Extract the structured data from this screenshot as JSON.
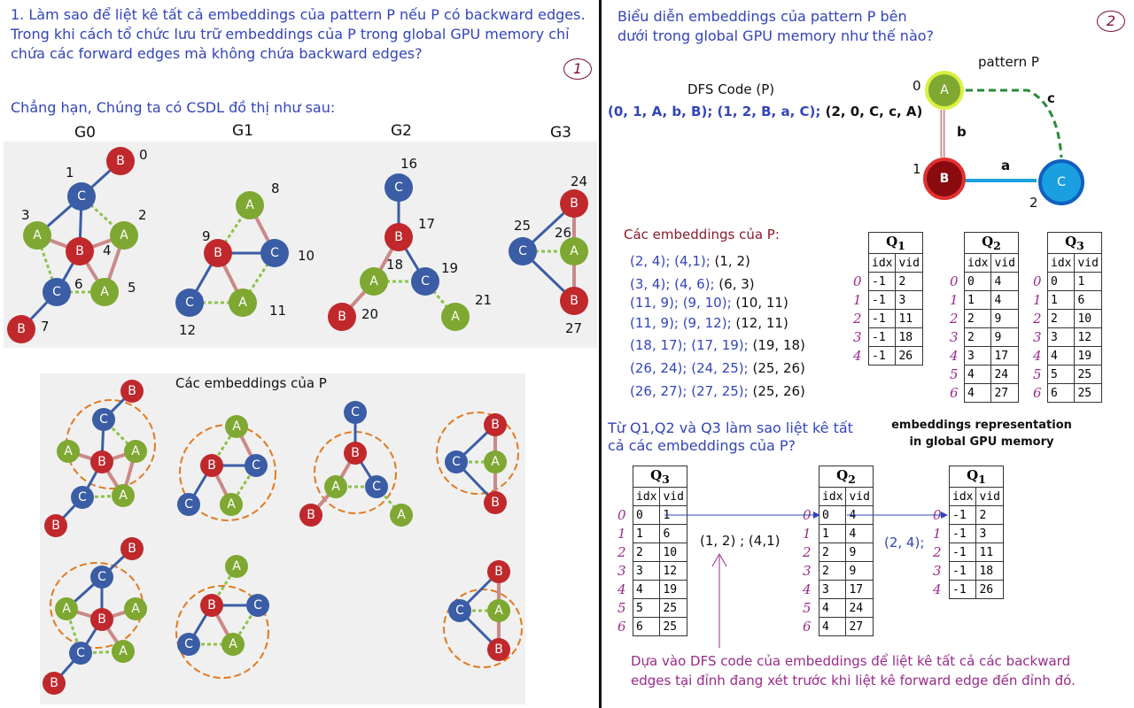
{
  "question1": {
    "text": "1. Làm sao để liệt kê tất cả embeddings của pattern P nếu P có backward edges. Trong khi cách tổ chức lưu trữ embeddings của P trong global GPU memory chỉ chứa các forward edges mà không chứa backward edges?",
    "badge": "1"
  },
  "example_intro": "Chẳng hạn, Chúng ta có CSDL đồ thị như sau:",
  "graph_labels": [
    "G0",
    "G1",
    "G2",
    "G3"
  ],
  "embeddings_title_left": "Các embeddings của P",
  "question2": {
    "text": "Biểu diễn embeddings của pattern P bên dưới trong global GPU memory như thế nào?",
    "badge": "2"
  },
  "pattern": {
    "title": "pattern P",
    "dfs_label": "DFS Code (P)",
    "dfs_forward": "(0, 1, A, b, B); (1, 2, B, a, C);",
    "dfs_backward": " (2, 0, C, c, A)",
    "node_ids": [
      "0",
      "1",
      "2"
    ],
    "node_labels": [
      "A",
      "B",
      "C"
    ],
    "edge_labels": [
      "b",
      "a",
      "c"
    ]
  },
  "embeddings_list": {
    "title": "Các embeddings của P:",
    "rows": [
      {
        "fwd": "(2, 4); (4,1);",
        "bwd": " (1, 2)"
      },
      {
        "fwd": "(3, 4); (4, 6);",
        "bwd": " (6, 3)"
      },
      {
        "fwd": "(11, 9); (9, 10);",
        "bwd": " (10, 11)"
      },
      {
        "fwd": "(11, 9); (9, 12);",
        "bwd": " (12, 11)"
      },
      {
        "fwd": "(18, 17); (17, 19);",
        "bwd": " (19, 18)"
      },
      {
        "fwd": "(26, 24); (24, 25);",
        "bwd": " (25, 26)"
      },
      {
        "fwd": "(26, 27); (27, 25);",
        "bwd": " (25, 26)"
      }
    ]
  },
  "tables": {
    "col_idx": "idx",
    "col_vid": "vid",
    "q1": {
      "name": "Q",
      "sub": "1",
      "rows": [
        [
          "-1",
          "2"
        ],
        [
          "-1",
          "3"
        ],
        [
          "-1",
          "11"
        ],
        [
          "-1",
          "18"
        ],
        [
          "-1",
          "26"
        ]
      ]
    },
    "q2": {
      "name": "Q",
      "sub": "2",
      "rows": [
        [
          "0",
          "4"
        ],
        [
          "1",
          "4"
        ],
        [
          "2",
          "9"
        ],
        [
          "2",
          "9"
        ],
        [
          "3",
          "17"
        ],
        [
          "4",
          "24"
        ],
        [
          "4",
          "27"
        ]
      ]
    },
    "q3": {
      "name": "Q",
      "sub": "3",
      "rows": [
        [
          "0",
          "1"
        ],
        [
          "1",
          "6"
        ],
        [
          "2",
          "10"
        ],
        [
          "3",
          "12"
        ],
        [
          "4",
          "19"
        ],
        [
          "5",
          "25"
        ],
        [
          "6",
          "25"
        ]
      ]
    },
    "row_numbers": [
      "0",
      "1",
      "2",
      "3",
      "4",
      "5",
      "6"
    ]
  },
  "bottom": {
    "question": "Từ Q1,Q2 và Q3 làm sao liệt kê tất cả các embeddings của P?",
    "repr_title": "embeddings representation in global GPU memory",
    "annot_mid": "(1, 2) ; (4,1)",
    "annot_right": "(2, 4);",
    "note": "Dựa vào DFS code của embeddings để liệt kê tất cả các backward edges tại đỉnh  đang xét trước khi liệt kê forward edge đến đỉnh đó."
  },
  "colors": {
    "node_A": "#7ea832",
    "node_B": "#c0282c",
    "node_C": "#3a5da5",
    "text_blue": "#3344bb",
    "annot": "#9a2a8a"
  }
}
